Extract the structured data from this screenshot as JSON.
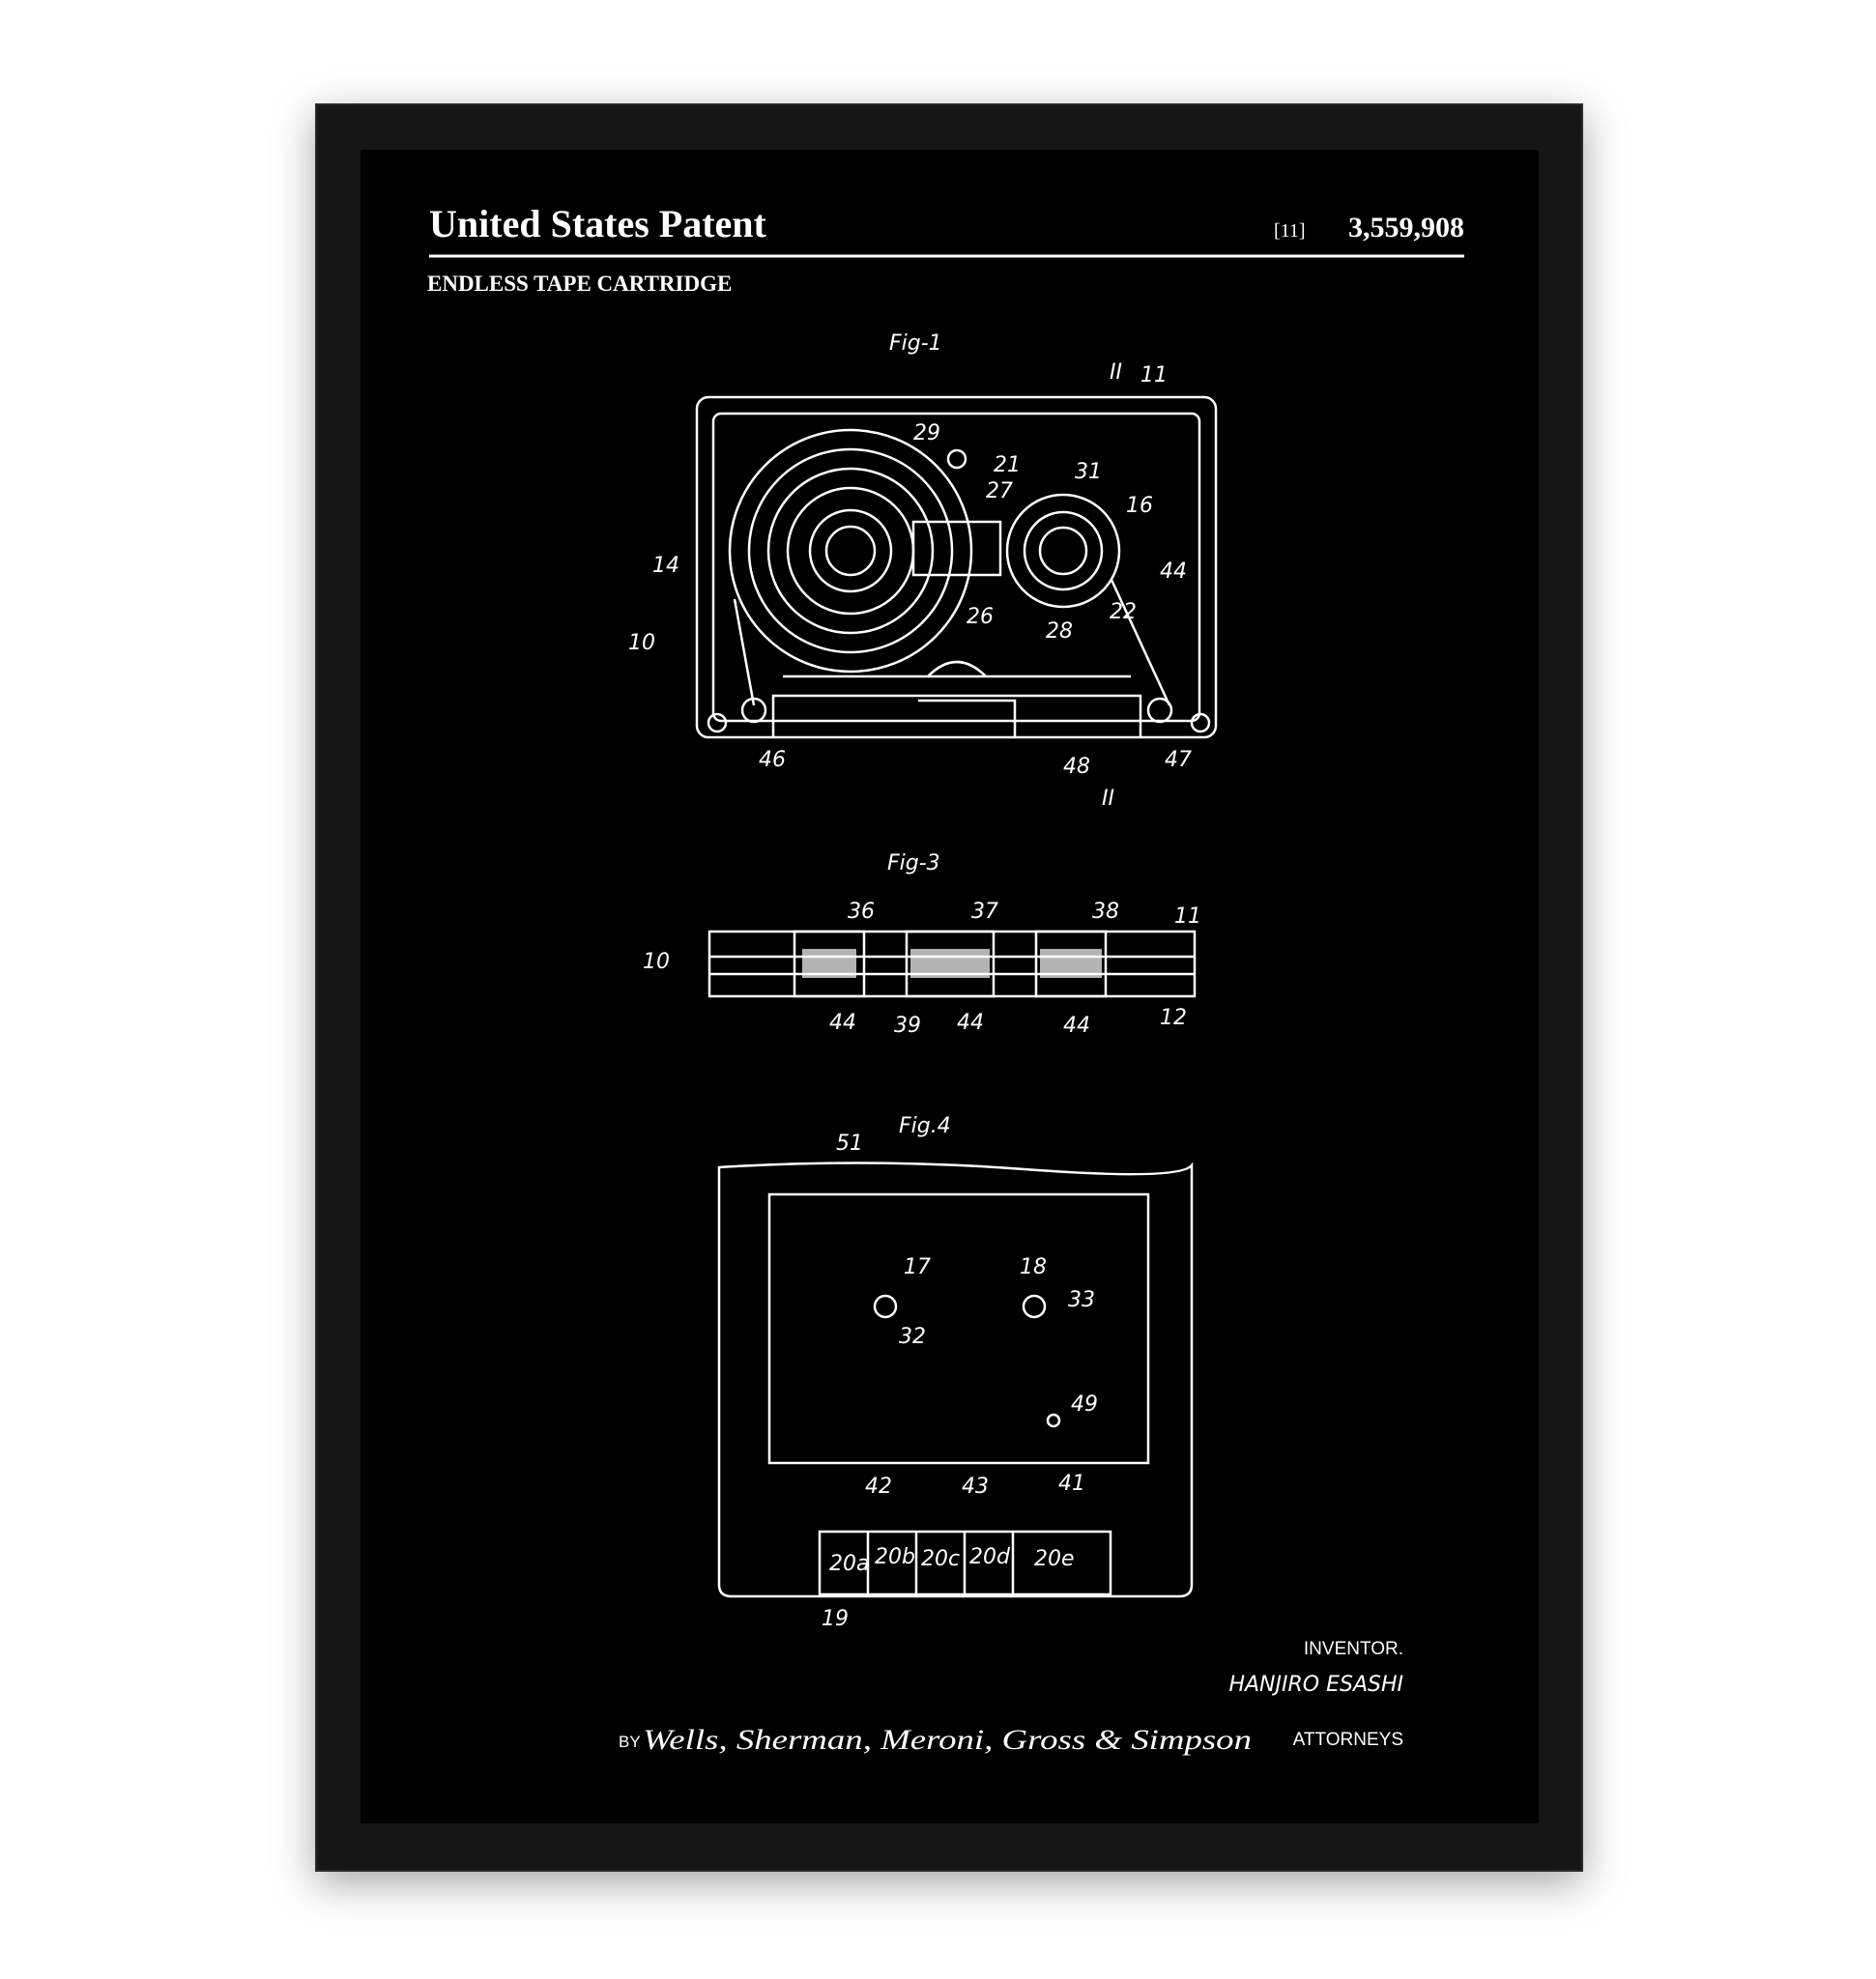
{
  "header": {
    "title": "United States Patent",
    "number_prefix": "[11]",
    "number": "3,559,908",
    "subtitle": "ENDLESS TAPE CARTRIDGE"
  },
  "figures": {
    "fig1": {
      "label": "Fig-1",
      "refs": [
        "29",
        "21",
        "27",
        "31",
        "16",
        "14",
        "44",
        "22",
        "26",
        "28",
        "10",
        "46",
        "48",
        "47",
        "11",
        "II",
        "II"
      ]
    },
    "fig3": {
      "label": "Fig-3",
      "refs": [
        "36",
        "37",
        "38",
        "11",
        "10",
        "44",
        "39",
        "44",
        "44",
        "12"
      ]
    },
    "fig4": {
      "label": "Fig.4",
      "refs": [
        "51",
        "17",
        "18",
        "33",
        "32",
        "49",
        "42",
        "43",
        "41",
        "19"
      ],
      "buttons": [
        "20a",
        "20b",
        "20c",
        "20d",
        "20e"
      ]
    }
  },
  "footer": {
    "inventor_label": "INVENTOR.",
    "inventor_name": "HANJIRO ESASHI",
    "by": "BY",
    "signature": "Wells, Sherman, Meroni, Gross & Simpson",
    "attorneys_label": "ATTORNEYS"
  },
  "colors": {
    "frame": "#161616",
    "poster": "#000000",
    "ink": "#ffffff"
  }
}
